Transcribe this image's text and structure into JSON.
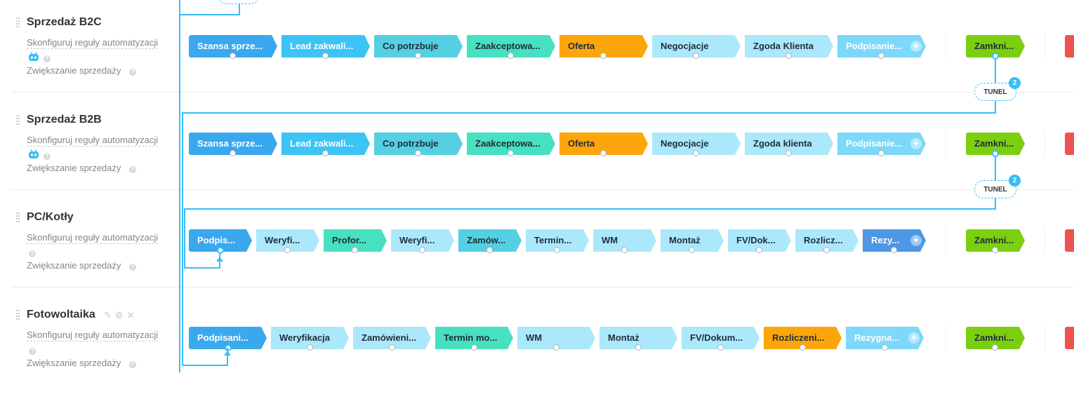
{
  "colors": {
    "blue_dark": "#3aa8ee",
    "blue": "#3cc4f5",
    "cyan": "#55cfe2",
    "teal": "#47e0c0",
    "orange": "#fca60b",
    "light": "#ace8fb",
    "blue_faded": "#7dd8f9",
    "blue_muted": "#4d97e5",
    "green": "#7ccf10",
    "red": "#ef5350",
    "wire": "#38bdf8"
  },
  "pipelines": [
    {
      "title": "Sprzedaż B2C",
      "automation_label": "Skonfiguruj reguły automatyzacji",
      "upsell_label": "Zwiększanie sprzedaży",
      "show_bot": true,
      "show_tools": false,
      "stages": [
        {
          "label": "Szansa sprze...",
          "color": "blue_dark"
        },
        {
          "label": "Lead zakwali...",
          "color": "blue"
        },
        {
          "label": "Co potrzbuje",
          "color": "cyan"
        },
        {
          "label": "Zaakceptowa...",
          "color": "teal"
        },
        {
          "label": "Oferta",
          "color": "orange"
        },
        {
          "label": "Negocjacje",
          "color": "light"
        },
        {
          "label": "Zgoda Klienta",
          "color": "light"
        },
        {
          "label": "Podpisanie...",
          "color": "blue_faded",
          "add": true
        }
      ],
      "won_label": "Zamkni...",
      "tunnel": {
        "label": "TUNEL",
        "count": "2"
      }
    },
    {
      "title": "Sprzedaż B2B",
      "automation_label": "Skonfiguruj reguły automatyzacji",
      "upsell_label": "Zwiększanie sprzedaży",
      "show_bot": true,
      "show_tools": false,
      "stages": [
        {
          "label": "Szansa sprze...",
          "color": "blue_dark"
        },
        {
          "label": "Lead zakwali...",
          "color": "blue"
        },
        {
          "label": "Co potrzbuje",
          "color": "cyan"
        },
        {
          "label": "Zaakceptowa...",
          "color": "teal"
        },
        {
          "label": "Oferta",
          "color": "orange"
        },
        {
          "label": "Negocjacje",
          "color": "light"
        },
        {
          "label": "Zgoda klienta",
          "color": "light"
        },
        {
          "label": "Podpisanie...",
          "color": "blue_faded",
          "add": true
        }
      ],
      "won_label": "Zamkni...",
      "tunnel": {
        "label": "TUNEL",
        "count": "2"
      }
    },
    {
      "title": "PC/Kotły",
      "automation_label": "Skonfiguruj reguły automatyzacji",
      "upsell_label": "Zwiększanie sprzedaży",
      "show_bot": false,
      "show_tools": false,
      "stages": [
        {
          "label": "Podpis...",
          "color": "blue_dark"
        },
        {
          "label": "Weryfi...",
          "color": "light"
        },
        {
          "label": "Profor...",
          "color": "teal"
        },
        {
          "label": "Weryfi...",
          "color": "light"
        },
        {
          "label": "Zamów...",
          "color": "cyan"
        },
        {
          "label": "Termin...",
          "color": "light"
        },
        {
          "label": "WM",
          "color": "light"
        },
        {
          "label": "Montaż",
          "color": "light"
        },
        {
          "label": "FV/Dok...",
          "color": "light"
        },
        {
          "label": "Rozlicz...",
          "color": "light"
        },
        {
          "label": "Rezy...",
          "color": "blue_muted",
          "add": true
        }
      ],
      "won_label": "Zamkni..."
    },
    {
      "title": "Fotowoltaika",
      "automation_label": "Skonfiguruj reguły automatyzacji",
      "upsell_label": "Zwiększanie sprzedaży",
      "show_bot": false,
      "show_tools": true,
      "stages": [
        {
          "label": "Podpisani...",
          "color": "blue_dark"
        },
        {
          "label": "Weryfikacja",
          "color": "light"
        },
        {
          "label": "Zamówieni...",
          "color": "light"
        },
        {
          "label": "Termin mo...",
          "color": "teal"
        },
        {
          "label": "WM",
          "color": "light"
        },
        {
          "label": "Montaż",
          "color": "light"
        },
        {
          "label": "FV/Dokum...",
          "color": "light"
        },
        {
          "label": "Rozliczeni...",
          "color": "orange"
        },
        {
          "label": "Rezygna...",
          "color": "blue_faded",
          "add": true
        }
      ],
      "won_label": "Zamkni..."
    }
  ]
}
